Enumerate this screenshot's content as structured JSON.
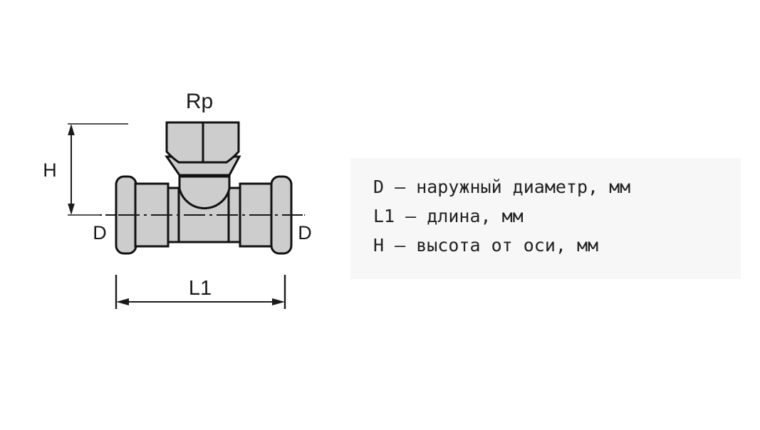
{
  "figure": {
    "type": "technical-drawing",
    "subject": "press-fitting-tee-with-female-thread",
    "labels": {
      "branch_thread": "Rp",
      "diameter_left": "D",
      "diameter_right": "D",
      "height": "H",
      "length": "L1"
    },
    "colors": {
      "metal_fill": "#cdcdcd",
      "outline": "#111111",
      "centerline": "#1a1a1a",
      "background": "#ffffff"
    }
  },
  "legend": {
    "background": "#f7f7f7",
    "lines": [
      "D – наружный диаметр, мм",
      "L1 – длина, мм",
      "H – высота от оси, мм"
    ]
  }
}
